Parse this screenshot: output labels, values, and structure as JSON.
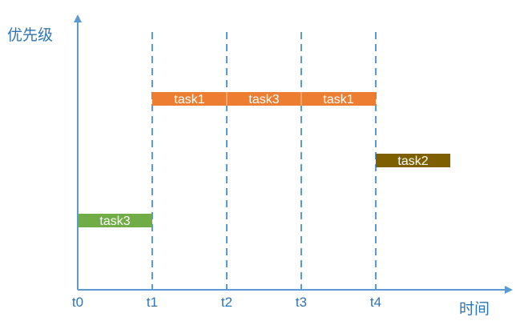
{
  "axes": {
    "y_label": "优先级",
    "x_label": "时间",
    "ticks": [
      "t0",
      "t1",
      "t2",
      "t3",
      "t4"
    ]
  },
  "tasks": [
    {
      "label": "task3",
      "start": 0,
      "end": 1,
      "level": "low",
      "color": "#70ad47"
    },
    {
      "label": "task1",
      "start": 1,
      "end": 2,
      "level": "high",
      "color": "#ed7d31"
    },
    {
      "label": "task3",
      "start": 2,
      "end": 3,
      "level": "high",
      "color": "#ed7d31"
    },
    {
      "label": "task1",
      "start": 3,
      "end": 4,
      "level": "high",
      "color": "#ed7d31"
    },
    {
      "label": "task2",
      "start": 4,
      "end": 5,
      "level": "medium",
      "color": "#7f6000"
    }
  ],
  "colors": {
    "axis": "#5b9bd5",
    "tick_label": "#2e75b6",
    "task_text": "#ffffff"
  }
}
